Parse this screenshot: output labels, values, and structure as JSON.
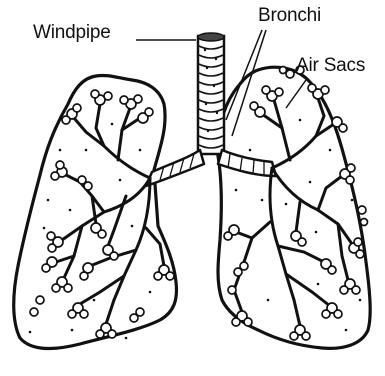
{
  "labels": {
    "windpipe": "Windpipe",
    "bronchi": "Bronchi",
    "air_sacs": "Air Sacs"
  },
  "colors": {
    "ink": "#111111",
    "paper": "#ffffff"
  }
}
